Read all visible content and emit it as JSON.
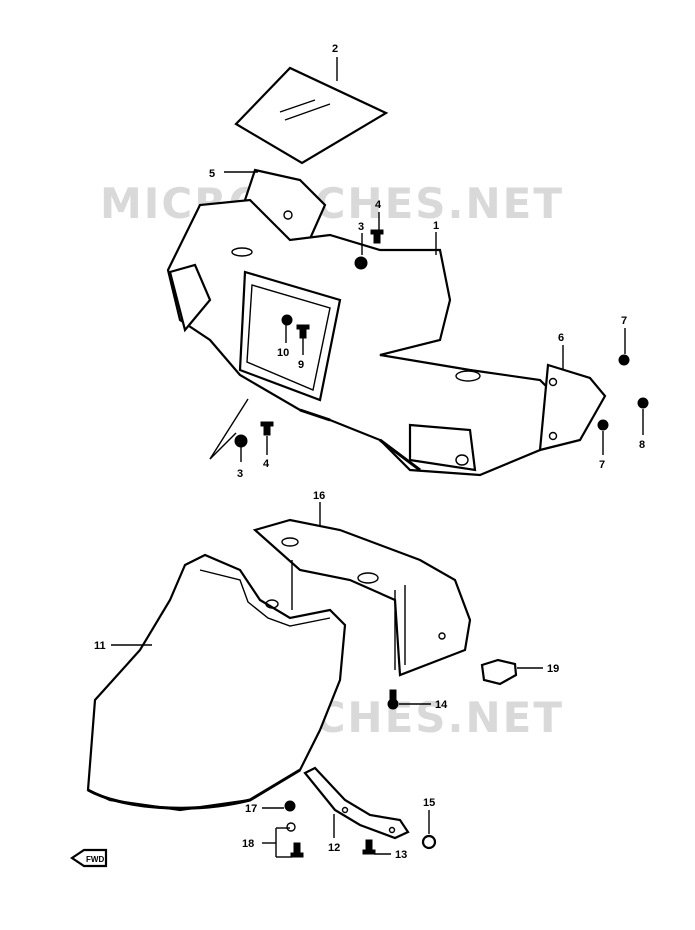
{
  "watermark": "MICROFICHES.NET",
  "direction_marker": "FWD",
  "callouts": [
    "2",
    "5",
    "4",
    "3",
    "1",
    "10",
    "9",
    "6",
    "7",
    "8",
    "3",
    "4",
    "7",
    "16",
    "11",
    "19",
    "14",
    "17",
    "12",
    "15",
    "18",
    "13"
  ]
}
